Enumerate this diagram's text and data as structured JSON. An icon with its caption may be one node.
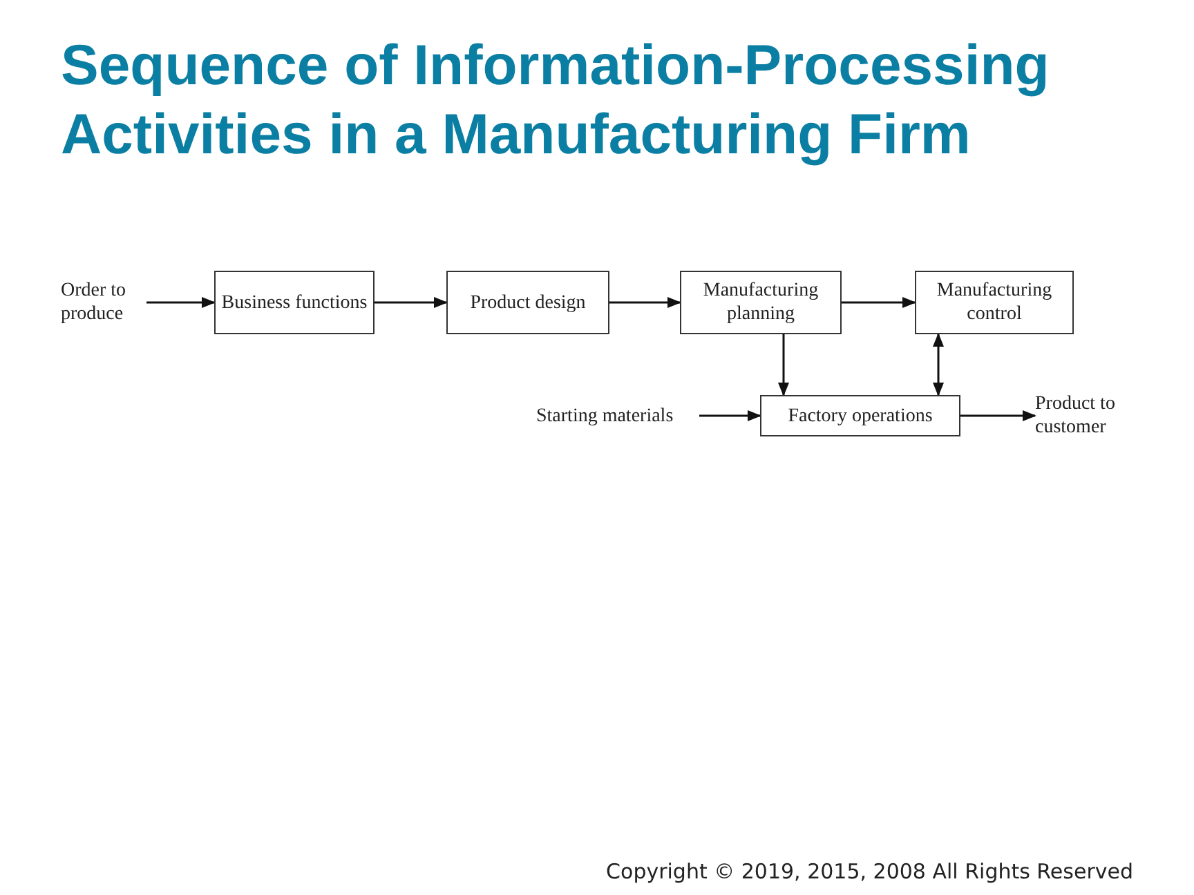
{
  "diagram": {
    "title": "Sequence of Information-Processing Activities in a Manufacturing Firm",
    "nodes": [
      {
        "text": [
          "Order to produce"
        ]
      },
      {
        "text": [
          "Business functions"
        ]
      },
      {
        "text": [
          "Product design"
        ]
      },
      {
        "text": [
          "Manufacturing planning"
        ]
      },
      {
        "text": [
          "Manufacturing control"
        ]
      },
      {
        "text": [
          "Starting materials"
        ]
      },
      {
        "text": [
          "Factory operations"
        ]
      },
      {
        "text": [
          "Product to customer"
        ]
      }
    ],
    "edges": [
      {
        "from": 0,
        "to": 1,
        "arrow": "to"
      },
      {
        "from": 1,
        "to": 2,
        "arrow": "to"
      },
      {
        "from": 2,
        "to": 3,
        "arrow": "to"
      },
      {
        "from": 3,
        "to": 4,
        "arrow": "to"
      },
      {
        "from": 3,
        "to": 6,
        "arrow": "to"
      },
      {
        "from": 6,
        "to": 4,
        "arrow": "both"
      },
      {
        "from": 5,
        "to": 6,
        "arrow": "to"
      },
      {
        "from": 6,
        "to": 7,
        "arrow": "to"
      }
    ],
    "labels": [
      "Copyright © 2019, 2015, 2008 All Rights Reserved"
    ]
  }
}
